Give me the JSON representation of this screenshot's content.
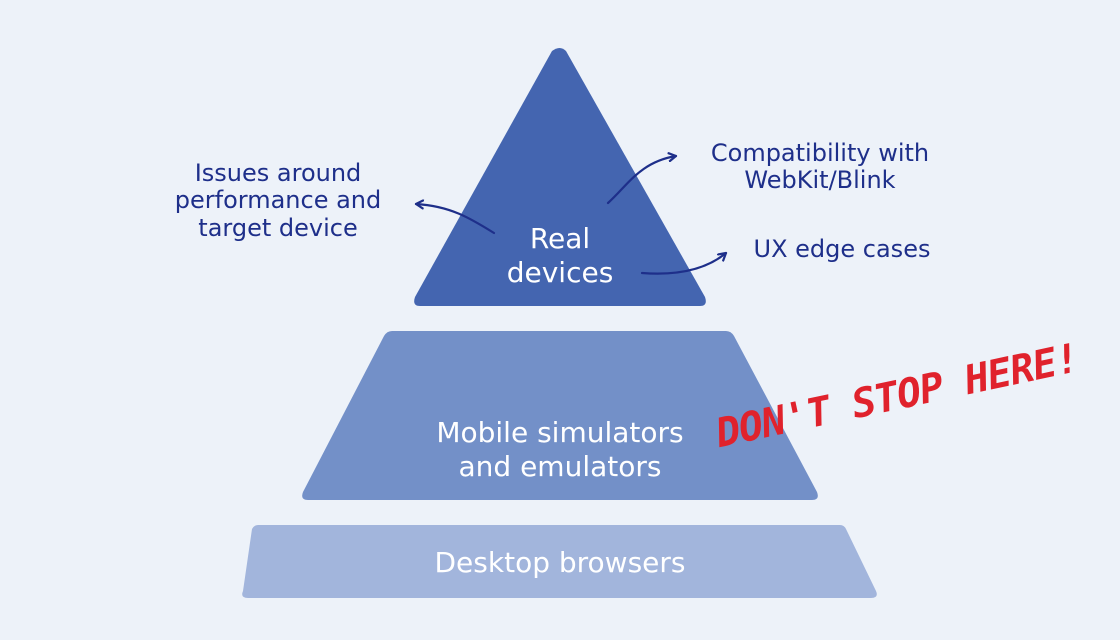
{
  "pyramid": {
    "top": "Real\ndevices",
    "middle": "Mobile simulators\nand emulators",
    "bottom": "Desktop browsers"
  },
  "annotations": {
    "left": "Issues around\nperformance and\ntarget device",
    "top_right": "Compatibility with\nWebKit/Blink",
    "right": "UX edge cases"
  },
  "stamp": "DON'T STOP HERE!",
  "colors": {
    "background": "#edf2f9",
    "tier_top": "#4465b0",
    "tier_middle": "#7390c8",
    "tier_bottom": "#a2b5dc",
    "annotation_text": "#1e2f8a",
    "stamp": "#e0222c"
  }
}
